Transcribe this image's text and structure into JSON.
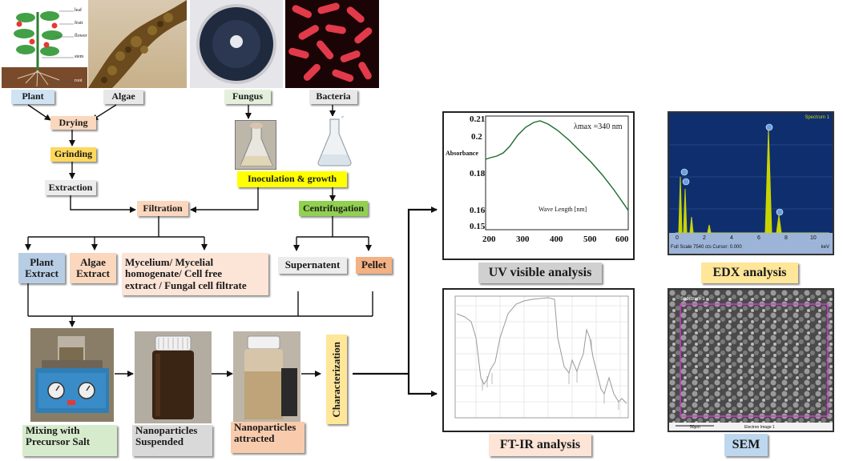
{
  "sources": {
    "plant": "Plant",
    "algae": "Algae",
    "fungus": "Fungus",
    "bacteria": "Bacteria",
    "plant_parts": [
      "leaf",
      "fruit",
      "flower",
      "stem",
      "root"
    ]
  },
  "steps": {
    "drying": "Drying",
    "grinding": "Grinding",
    "extraction": "Extraction",
    "filtration": "Filtration",
    "inoculation": "Inoculation & growth",
    "centrifugation": "Centrifugation",
    "supernatent": "Supernatent",
    "pellet": "Pellet"
  },
  "extracts": {
    "plant": [
      "Plant",
      "Extract"
    ],
    "algae": [
      "Algae",
      "Extract"
    ],
    "fungal": [
      "Mycelium/ Mycelial",
      "homogenate/ Cell free",
      "extract / Fungal cell filtrate"
    ]
  },
  "synthesis": {
    "mixing": [
      "Mixing with",
      "Precursor Salt"
    ],
    "suspended": [
      "Nanoparticles",
      "Suspended"
    ],
    "attracted": [
      "Nanoparticles",
      "attracted"
    ],
    "characterization": "Characterization"
  },
  "analyses": {
    "uv": "UV visible analysis",
    "edx": "EDX analysis",
    "ftir": "FT-IR analysis",
    "sem": "SEM"
  },
  "uv_plot": {
    "annotation": "λmax =340 nm",
    "ylabel": "Absorbance",
    "xlabel": "Wave Length [nm]",
    "yticks": [
      "0.21",
      "0.2",
      "0.18",
      "0.16",
      "0.15"
    ],
    "xticks": [
      "200",
      "300",
      "400",
      "500",
      "600"
    ]
  },
  "edx_plot": {
    "legend": "Spectrum 1",
    "footer": "Full Scale 7540 cts Cursor: 0.000",
    "unit": "keV",
    "xticks": [
      "0",
      "2",
      "4",
      "6",
      "8",
      "10"
    ]
  },
  "sem_image": {
    "label": "Spectrum 1",
    "scale": "50μm",
    "caption": "Electron Image 1"
  },
  "colors": {
    "plant_label": "#cfe3f3",
    "algae_label": "#e8e8e8",
    "fungus_label": "#e5f0dc",
    "drying": "#fad7bd",
    "grinding": "#fdd85c",
    "extraction": "#ececec",
    "filtration": "#fad7bd",
    "inoculation": "#ffff00",
    "centrifugation": "#92d050",
    "plant_extract": "#b7cde4",
    "algae_extract": "#fad7bd",
    "fungal_extract": "#fce4d6",
    "pellet": "#f4b183",
    "mixing": "#d6ebcc",
    "suspended": "#d9d9d9",
    "attracted": "#f8cbad",
    "characterization": "#ffe699",
    "uv_title": "#d0d0d0",
    "edx_title": "#ffe699",
    "ftir_title": "#fce4d6",
    "sem_title": "#bdd7ee"
  }
}
